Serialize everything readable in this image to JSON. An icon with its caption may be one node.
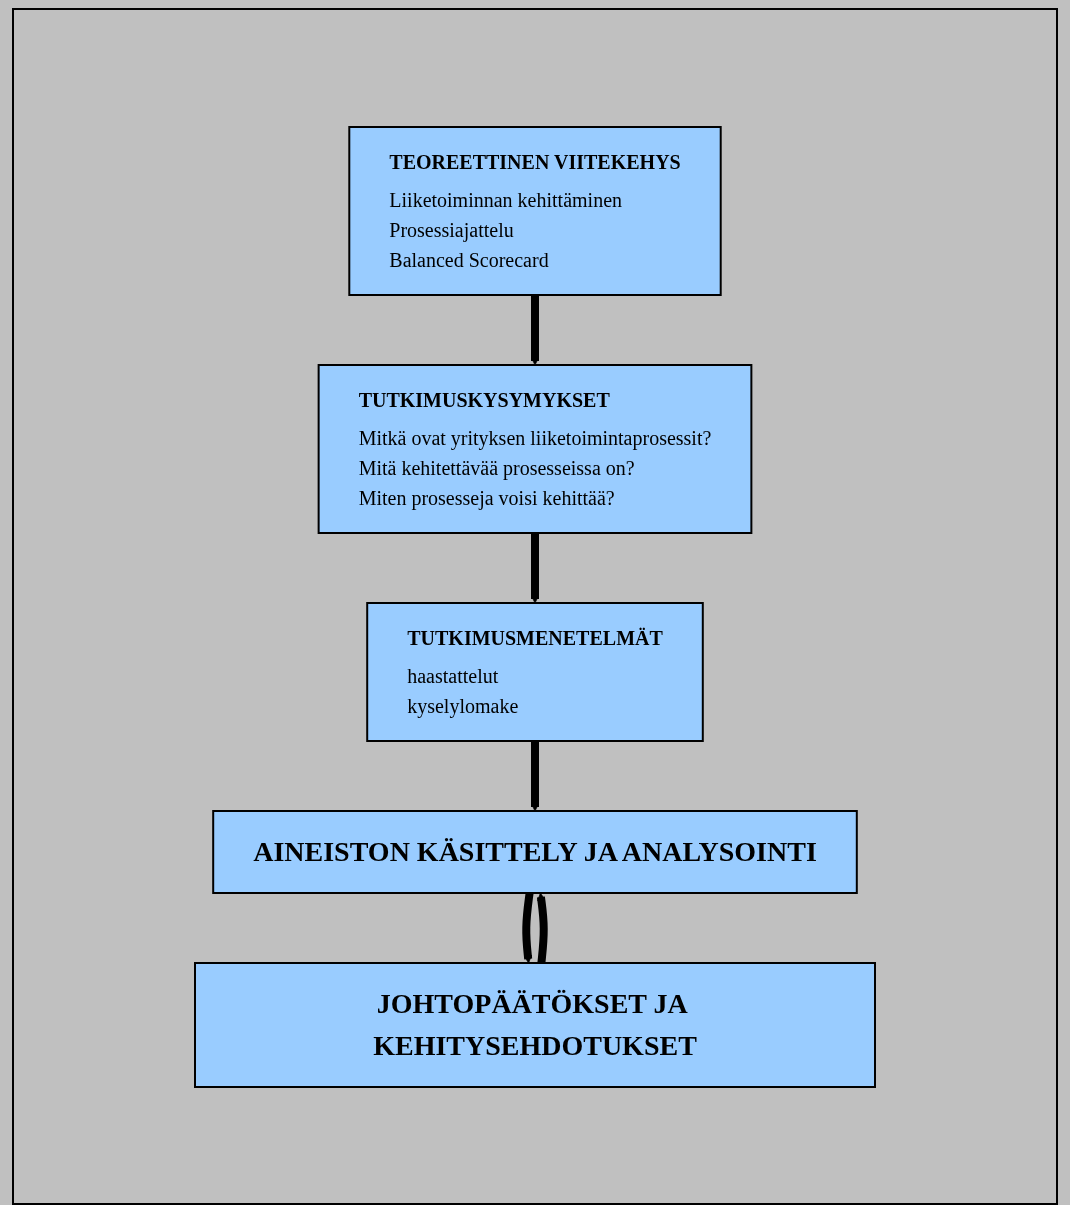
{
  "diagram": {
    "nodes": [
      {
        "text": [
          "TEOREETTINEN VIITEKEHYS",
          "Liiketoiminnan kehittäminen",
          "Prosessiajattelu",
          "Balanced Scorecard"
        ]
      },
      {
        "text": [
          "TUTKIMUSKYSYMYKSET",
          "Mitkä ovat yrityksen liiketoimintaprosessit?",
          "Mitä kehitettävää prosesseissa on?",
          "Miten prosesseja voisi kehittää?"
        ]
      },
      {
        "text": [
          "TUTKIMUSMENETELMÄT",
          "haastattelut",
          "kyselylomake"
        ]
      },
      {
        "text": [
          "AINEISTON KÄSITTELY JA ANALYSOINTI"
        ]
      },
      {
        "text": [
          "JOHTOPÄÄTÖKSET JA KEHITYSEHDOTUKSET"
        ]
      }
    ],
    "edges": [
      {
        "from": 0,
        "to": 1,
        "arrow": "to"
      },
      {
        "from": 1,
        "to": 2,
        "arrow": "to"
      },
      {
        "from": 2,
        "to": 3,
        "arrow": "to"
      },
      {
        "from": 3,
        "to": 4,
        "arrow": "to"
      },
      {
        "from": 4,
        "to": 3,
        "arrow": "to"
      }
    ]
  }
}
